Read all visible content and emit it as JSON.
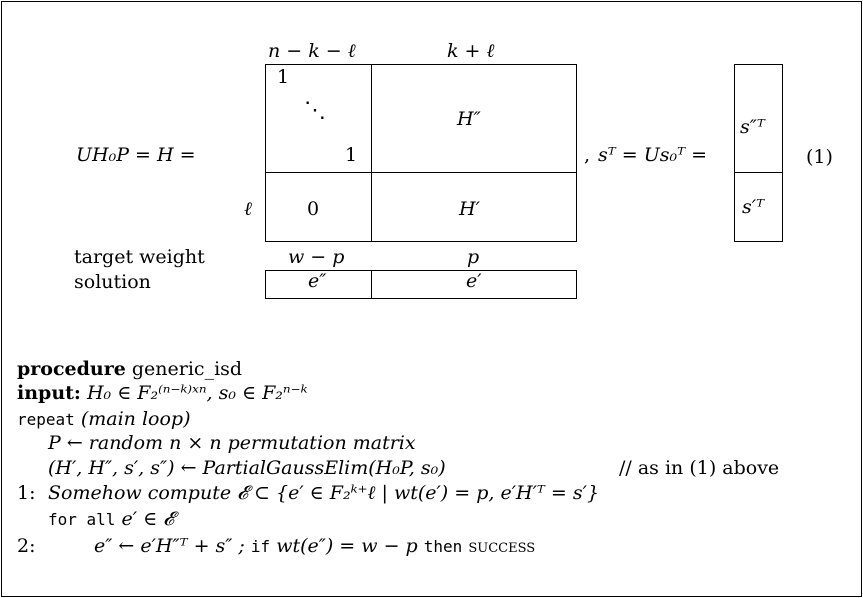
{
  "equation": {
    "col_header_left": "n − k − ℓ",
    "col_header_right": "k + ℓ",
    "lhs": "UH₀P = H =",
    "identity_one_top": "1",
    "identity_dots": "⋱",
    "identity_one_bottom": "1",
    "block_top_right": "H″",
    "row_label": "ℓ",
    "block_bottom_left": "0",
    "block_bottom_right": "H′",
    "rhs_comma": ",",
    "rhs": "sᵀ = Us₀ᵀ =",
    "vec_top": "s″ᵀ",
    "vec_bottom": "s′ᵀ",
    "eq_number": "(1)",
    "target_weight_label": "target weight",
    "weight_left": "w − p",
    "weight_right": "p",
    "solution_label": "solution",
    "solution_left": "e″",
    "solution_right": "e′"
  },
  "algorithm": {
    "procedure_kw": "procedure",
    "procedure_name": "generic_isd",
    "input_kw": "input:",
    "input_text": "H₀ ∈ F₂⁽ⁿ⁻ᵏ⁾ˣⁿ, s₀ ∈ F₂ⁿ⁻ᵏ",
    "repeat_kw": "repeat",
    "repeat_comment": "(main loop)",
    "line_perm": "P ← random n × n permutation matrix",
    "line_gauss": "(H′, H″, s′, s″) ← PartialGaussElim(H₀P, s₀)",
    "line_gauss_comment": "// as in (1) above",
    "step1_num": "1:",
    "step1_text": "Somehow compute 𝓔 ⊂ {e′ ∈ F₂ᵏ⁺ℓ | wt(e′) = p, e′H′ᵀ = s′}",
    "forall_kw": "for all",
    "forall_text": "e′ ∈ 𝓔",
    "step2_num": "2:",
    "step2_text": "e″ ← e′H″ᵀ + s″ ;",
    "if_kw": "if",
    "if_text": "wt(e″) = w − p",
    "then_kw": "then",
    "success": "success"
  }
}
